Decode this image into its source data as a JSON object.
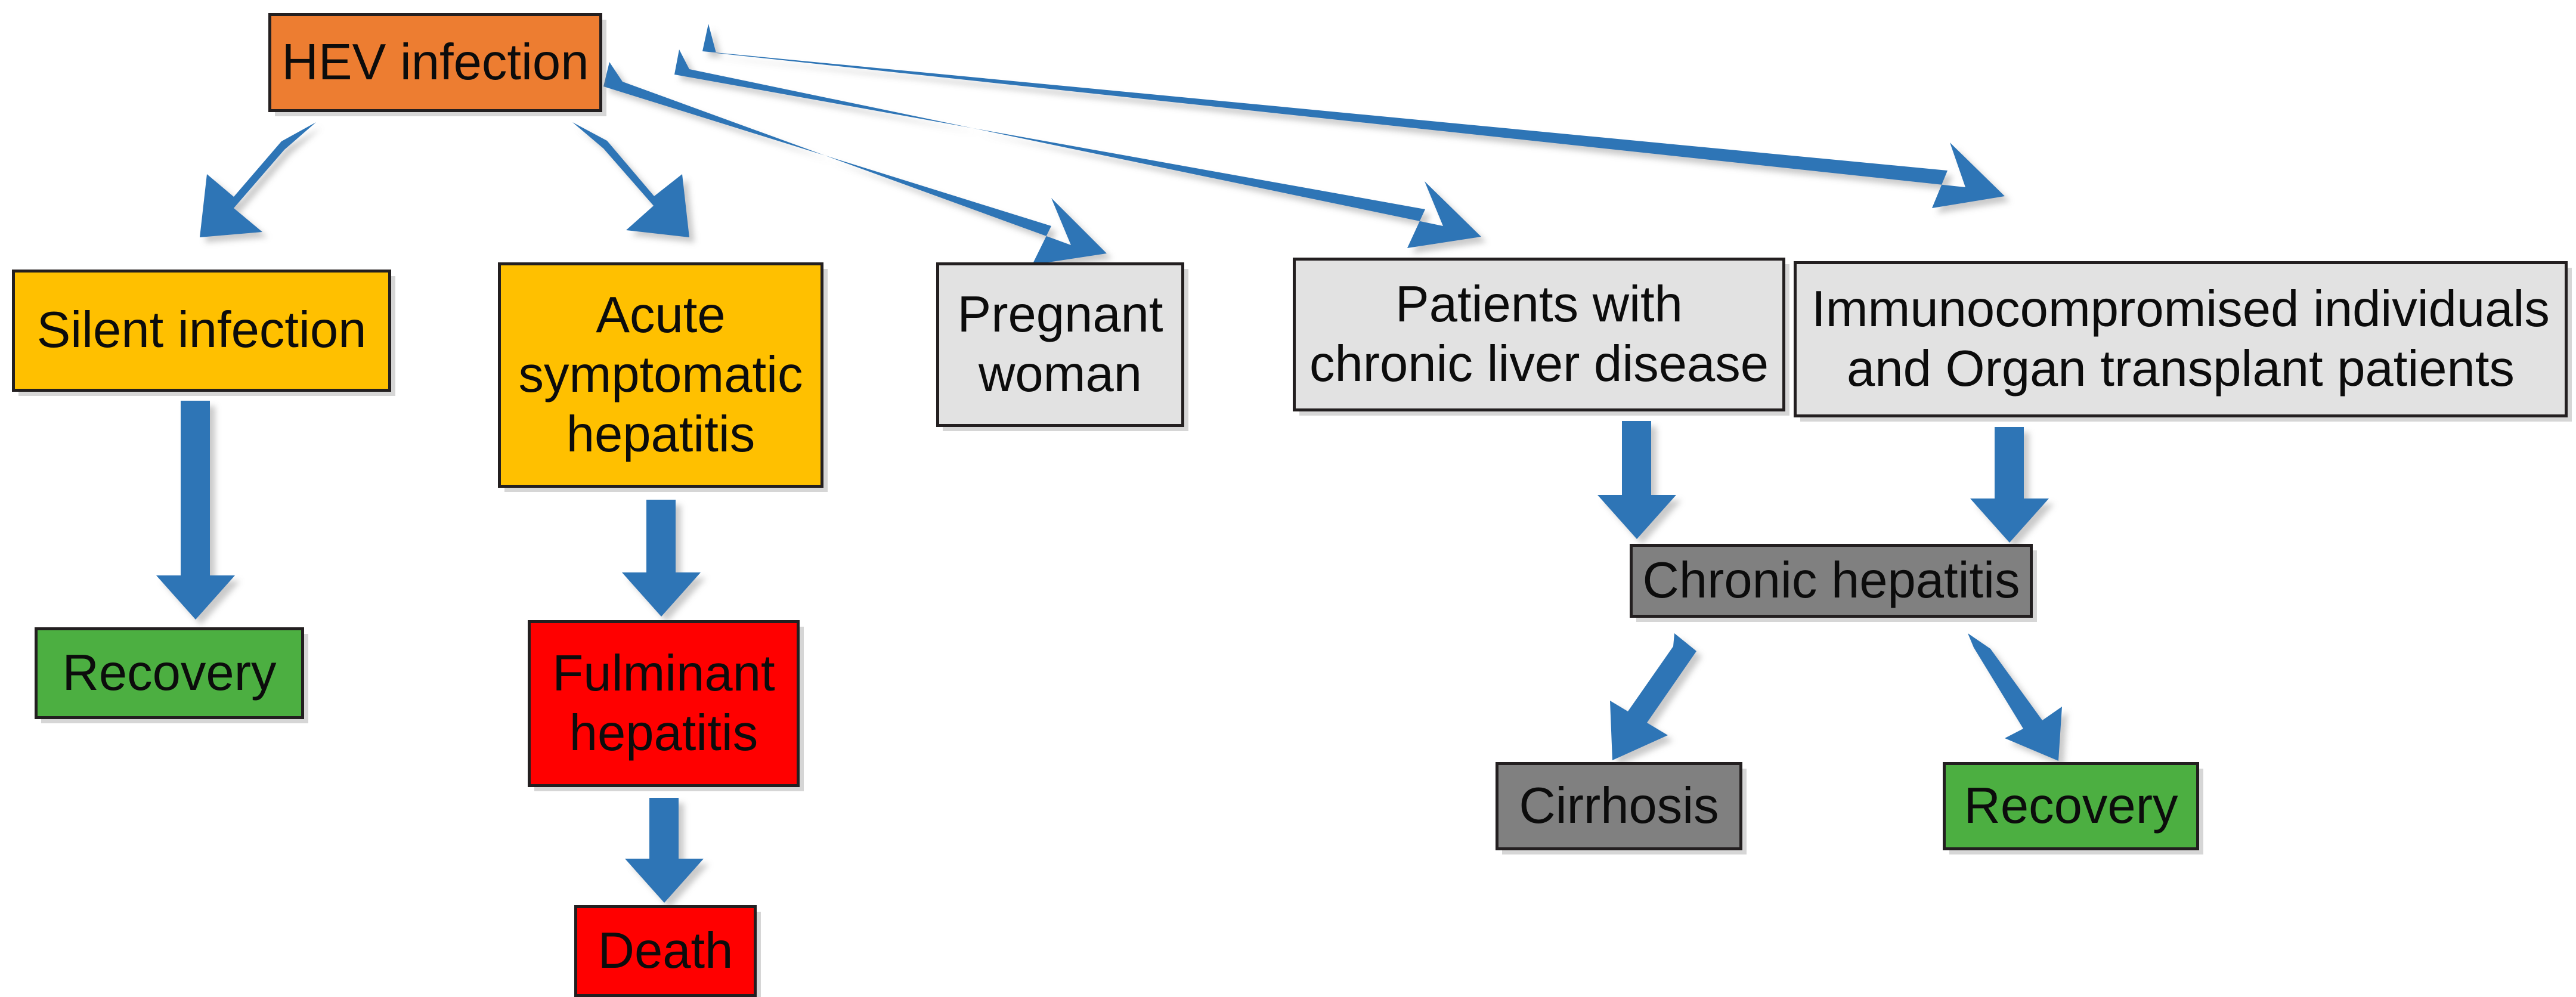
{
  "diagram": {
    "title": "HEV infection outcomes flowchart",
    "type": "flowchart",
    "background": "#ffffff",
    "arrow_color": "#2E75B6",
    "nodes": [
      {
        "id": "hev",
        "label": "HEV infection",
        "color": "#ED7D31"
      },
      {
        "id": "silent",
        "label": "Silent infection",
        "color": "#FFC000"
      },
      {
        "id": "acute",
        "label": "Acute\nsymptomatic\nhepatitis",
        "color": "#FFC000"
      },
      {
        "id": "preg",
        "label": "Pregnant\nwoman",
        "color": "#E2E2E2"
      },
      {
        "id": "clived",
        "label": "Patients with\nchronic liver disease",
        "color": "#E2E2E2"
      },
      {
        "id": "immuno",
        "label": "Immunocompromised individuals\nand  Organ transplant patients",
        "color": "#E2E2E2"
      },
      {
        "id": "recov1",
        "label": "Recovery",
        "color": "#4CAF41"
      },
      {
        "id": "fulm",
        "label": "Fulminant\nhepatitis",
        "color": "#FF0000"
      },
      {
        "id": "death",
        "label": "Death",
        "color": "#FF0000"
      },
      {
        "id": "chronic",
        "label": "Chronic hepatitis",
        "color": "#808080"
      },
      {
        "id": "cirr",
        "label": "Cirrhosis",
        "color": "#808080"
      },
      {
        "id": "recov2",
        "label": "Recovery",
        "color": "#4CAF41"
      }
    ],
    "edges": [
      {
        "from": "hev",
        "to": "silent"
      },
      {
        "from": "hev",
        "to": "acute"
      },
      {
        "from": "hev",
        "to": "preg"
      },
      {
        "from": "hev",
        "to": "clived"
      },
      {
        "from": "hev",
        "to": "immuno"
      },
      {
        "from": "silent",
        "to": "recov1"
      },
      {
        "from": "acute",
        "to": "fulm"
      },
      {
        "from": "fulm",
        "to": "death"
      },
      {
        "from": "clived",
        "to": "chronic"
      },
      {
        "from": "immuno",
        "to": "chronic"
      },
      {
        "from": "chronic",
        "to": "cirr"
      },
      {
        "from": "chronic",
        "to": "recov2"
      }
    ]
  }
}
